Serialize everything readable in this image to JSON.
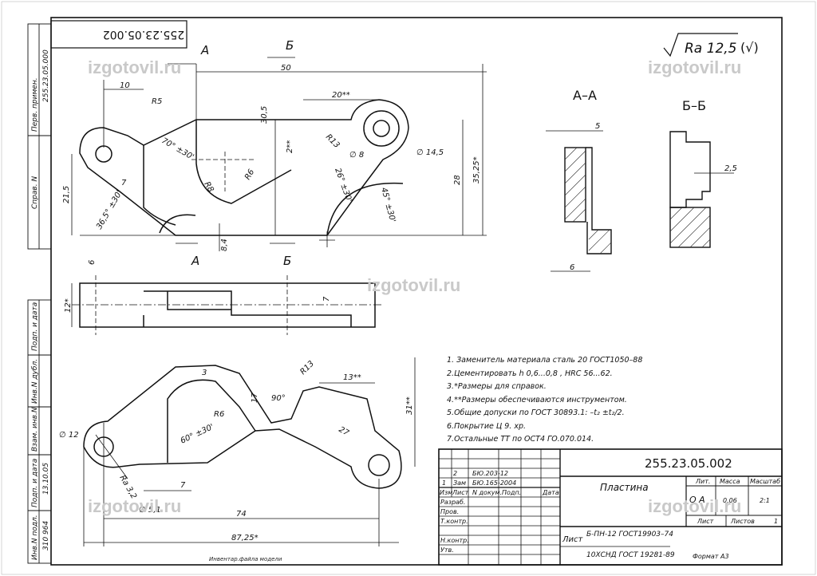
{
  "drawing": {
    "designation_rotated": "255.23.05.002",
    "designation": "255.23.05.002",
    "part_name": "Пластина",
    "roughness": "Ra 12,5",
    "roughness_mark": "(√)",
    "format": "Формат А3",
    "file_id_label": "Инвентар.файла модели"
  },
  "watermark": "izgotovil.ru",
  "left_margin": {
    "perv_primen": "Перв. примен.",
    "perv_value": "255.23.05.000",
    "sprav": "Справ. N",
    "podp_data": "Подп. и дата",
    "inv_dubl": "Инв.N дубл.",
    "vzam_inv": "Взам. инв.N",
    "podp_data2": "Подп. и дата",
    "podp_data2_value": "13.10.05",
    "inv_podl": "Инв.N подл.",
    "inv_podl_value": "310 964"
  },
  "sections": {
    "a_label": "А–А",
    "b_label": "Б–Б",
    "cut_a": "А",
    "cut_b": "Б"
  },
  "dimensions": {
    "top": [
      "50",
      "10",
      "R5",
      "30,5",
      "20**",
      "2**",
      "R13",
      "∅ 8",
      "∅ 14,5",
      "70° ±30'",
      "26° ±30'",
      "45° ±30'",
      "R8",
      "R6",
      "7",
      "21,5",
      "36,5° ±30'",
      "8,4",
      "28",
      "35,25*"
    ],
    "section_a": [
      "5",
      "6"
    ],
    "section_b": [
      "2,5"
    ],
    "side": [
      "6",
      "12*",
      "7"
    ],
    "bottom": [
      "3",
      "R13",
      "13**",
      "17",
      "90°",
      "R6",
      "60° ±30'",
      "27",
      "∅ 12",
      "Ra 3,2",
      "7",
      "∅ 5,1",
      "74",
      "87,25*",
      "31**"
    ]
  },
  "notes": [
    "1. Заменитель материала сталь 20 ГОСТ1050–88",
    "2.Цементировать  h 0,6...0,8 , HRC 56...62.",
    "3.*Размеры для справок.",
    "4.**Размеры обеспечиваются инструментом.",
    "5.Общие допуски по ГОСТ 30893.1:  –t₂  ±t₂/2.",
    "6.Покрытие Ц 9. хр.",
    "7.Остальные ТТ по ОСТ4 ГО.070.014."
  ],
  "title_block": {
    "change_rows": [
      {
        "zone": "2",
        "doc": "БЮ.203-12"
      },
      {
        "zone": "1",
        "izm": "Зам",
        "doc": "БЮ.165-2004"
      }
    ],
    "headers": [
      "Изм",
      "Лист",
      "N докум.",
      "Подп.",
      "Дата"
    ],
    "roles": [
      "Разраб.",
      "Пров.",
      "Т.контр.",
      "",
      "Н.контр.",
      "Утв."
    ],
    "lit_label": "Лит.",
    "mass_label": "Масса",
    "scale_label": "Масштаб",
    "lit_value": "О А",
    "mass_value": "0,06",
    "scale_value": "2:1",
    "sheet_label": "Лист",
    "sheets_label": "Листов",
    "sheets_value": "1",
    "material_prefix": "Лист",
    "material_line1": "Б-ПН-12 ГОСТ19903–74",
    "material_line2": "10ХСНД ГОСТ 19281-89"
  }
}
